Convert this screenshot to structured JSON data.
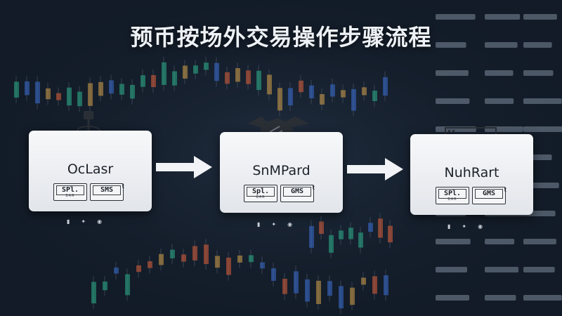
{
  "title": "预币按场外交易操作步骤流程",
  "colors": {
    "background": "#16202d",
    "card": "#eef0f3",
    "card_text": "#1d222a",
    "candle_up": "#2bb38c",
    "candle_down": "#e0603a",
    "candle_neutral": "#3c6fd6"
  },
  "steps": [
    {
      "label": "OcLasr",
      "icon": "joystick-icon",
      "chip1": {
        "text": "SPl.",
        "sub": "BAR"
      },
      "chip2": {
        "text": "SMS",
        "sub": ""
      },
      "footer_icons": [
        "lock-icon",
        "plane-icon",
        "clock-icon"
      ]
    },
    {
      "label": "SnMPard",
      "icon": "handshake-icon",
      "chip1": {
        "text": "Spl.",
        "sub": "BAR"
      },
      "chip2": {
        "text": "GMS",
        "sub": ""
      },
      "footer_icons": [
        "lock-icon",
        "plane-icon",
        "clock-icon"
      ]
    },
    {
      "label": "NuhRart",
      "icon": "toolbox-icon",
      "chip1": {
        "text": "SPl.",
        "sub": "BAR"
      },
      "chip2": {
        "text": "GMS",
        "sub": ""
      },
      "footer_icons": [
        "lock-icon",
        "plane-icon",
        "clock-icon"
      ]
    }
  ]
}
